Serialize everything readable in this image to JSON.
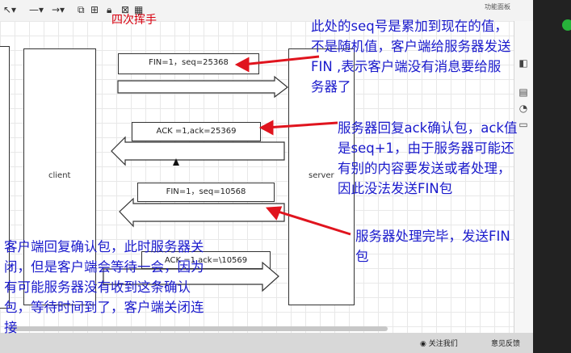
{
  "toolbar": {
    "function_label": "功能面板"
  },
  "diagram": {
    "left_lane": "client",
    "right_lane": "server",
    "messages": [
      "FIN=1，seq=25368",
      "ACK =1,ack=25369",
      "FIN=1，seq=10568",
      "ACK =1,ack=\\10569"
    ]
  },
  "annotations": {
    "title": "四次挥手",
    "note1": [
      "此处的seq号是累加到现在的值，",
      "不是随机值，客户端给服务器发送",
      "FIN ,表示客户端没有消息要给服",
      "务器了"
    ],
    "note2": [
      "服务器回复ack确认包，ack值",
      "是seq+1，由于服务器可能还",
      "有别的内容要发送或者处理，",
      "因此没法发送FIN包"
    ],
    "note3": [
      "服务器处理完毕，发送FIN",
      "包"
    ],
    "note4": [
      "客户端回复确认包，此时服务器关",
      "闭，但是客户端会等待一会，因为",
      "有可能服务器没有收到这条确认",
      "包，等待时间到了，客户端关闭连",
      "接"
    ]
  },
  "bottom": {
    "weibo": "关注我们",
    "feedback": "意见反馈"
  },
  "colors": {
    "annotation_blue": "#1a1acc",
    "annotation_red": "#d8000f",
    "arrow_red": "#e0141e"
  }
}
